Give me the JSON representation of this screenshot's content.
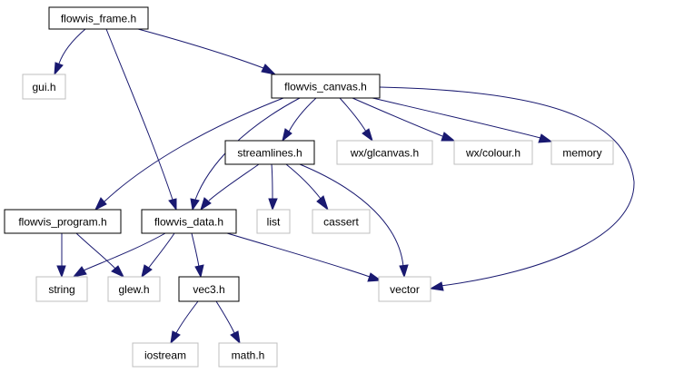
{
  "colors": {
    "edge": "#191970",
    "highlighted_fill": "#bfbfbf",
    "highlighted_border": "#000000",
    "documented_border": "#000000",
    "external_border": "#bfbfbf"
  },
  "nodes": {
    "flowvis_frame": {
      "label": "flowvis_frame.h",
      "style": "highlighted"
    },
    "gui": {
      "label": "gui.h",
      "style": "external"
    },
    "flowvis_canvas": {
      "label": "flowvis_canvas.h",
      "style": "documented"
    },
    "streamlines": {
      "label": "streamlines.h",
      "style": "documented"
    },
    "wx_glcanvas": {
      "label": "wx/glcanvas.h",
      "style": "external"
    },
    "wx_colour": {
      "label": "wx/colour.h",
      "style": "external"
    },
    "memory": {
      "label": "memory",
      "style": "external"
    },
    "flowvis_program": {
      "label": "flowvis_program.h",
      "style": "documented"
    },
    "flowvis_data": {
      "label": "flowvis_data.h",
      "style": "documented"
    },
    "list": {
      "label": "list",
      "style": "external"
    },
    "cassert": {
      "label": "cassert",
      "style": "external"
    },
    "string": {
      "label": "string",
      "style": "external"
    },
    "glew": {
      "label": "glew.h",
      "style": "external"
    },
    "vec3": {
      "label": "vec3.h",
      "style": "documented"
    },
    "vector": {
      "label": "vector",
      "style": "external"
    },
    "iostream": {
      "label": "iostream",
      "style": "external"
    },
    "math": {
      "label": "math.h",
      "style": "external"
    }
  },
  "edges": [
    {
      "from": "flowvis_frame",
      "to": "gui"
    },
    {
      "from": "flowvis_frame",
      "to": "flowvis_canvas"
    },
    {
      "from": "flowvis_frame",
      "to": "flowvis_data"
    },
    {
      "from": "flowvis_canvas",
      "to": "streamlines"
    },
    {
      "from": "flowvis_canvas",
      "to": "wx_glcanvas"
    },
    {
      "from": "flowvis_canvas",
      "to": "wx_colour"
    },
    {
      "from": "flowvis_canvas",
      "to": "memory"
    },
    {
      "from": "flowvis_canvas",
      "to": "flowvis_program"
    },
    {
      "from": "flowvis_canvas",
      "to": "flowvis_data"
    },
    {
      "from": "flowvis_canvas",
      "to": "vector"
    },
    {
      "from": "streamlines",
      "to": "flowvis_data"
    },
    {
      "from": "streamlines",
      "to": "list"
    },
    {
      "from": "streamlines",
      "to": "cassert"
    },
    {
      "from": "streamlines",
      "to": "vector"
    },
    {
      "from": "flowvis_program",
      "to": "string"
    },
    {
      "from": "flowvis_program",
      "to": "glew"
    },
    {
      "from": "flowvis_data",
      "to": "string"
    },
    {
      "from": "flowvis_data",
      "to": "glew"
    },
    {
      "from": "flowvis_data",
      "to": "vec3"
    },
    {
      "from": "flowvis_data",
      "to": "vector"
    },
    {
      "from": "vec3",
      "to": "iostream"
    },
    {
      "from": "vec3",
      "to": "math"
    }
  ]
}
